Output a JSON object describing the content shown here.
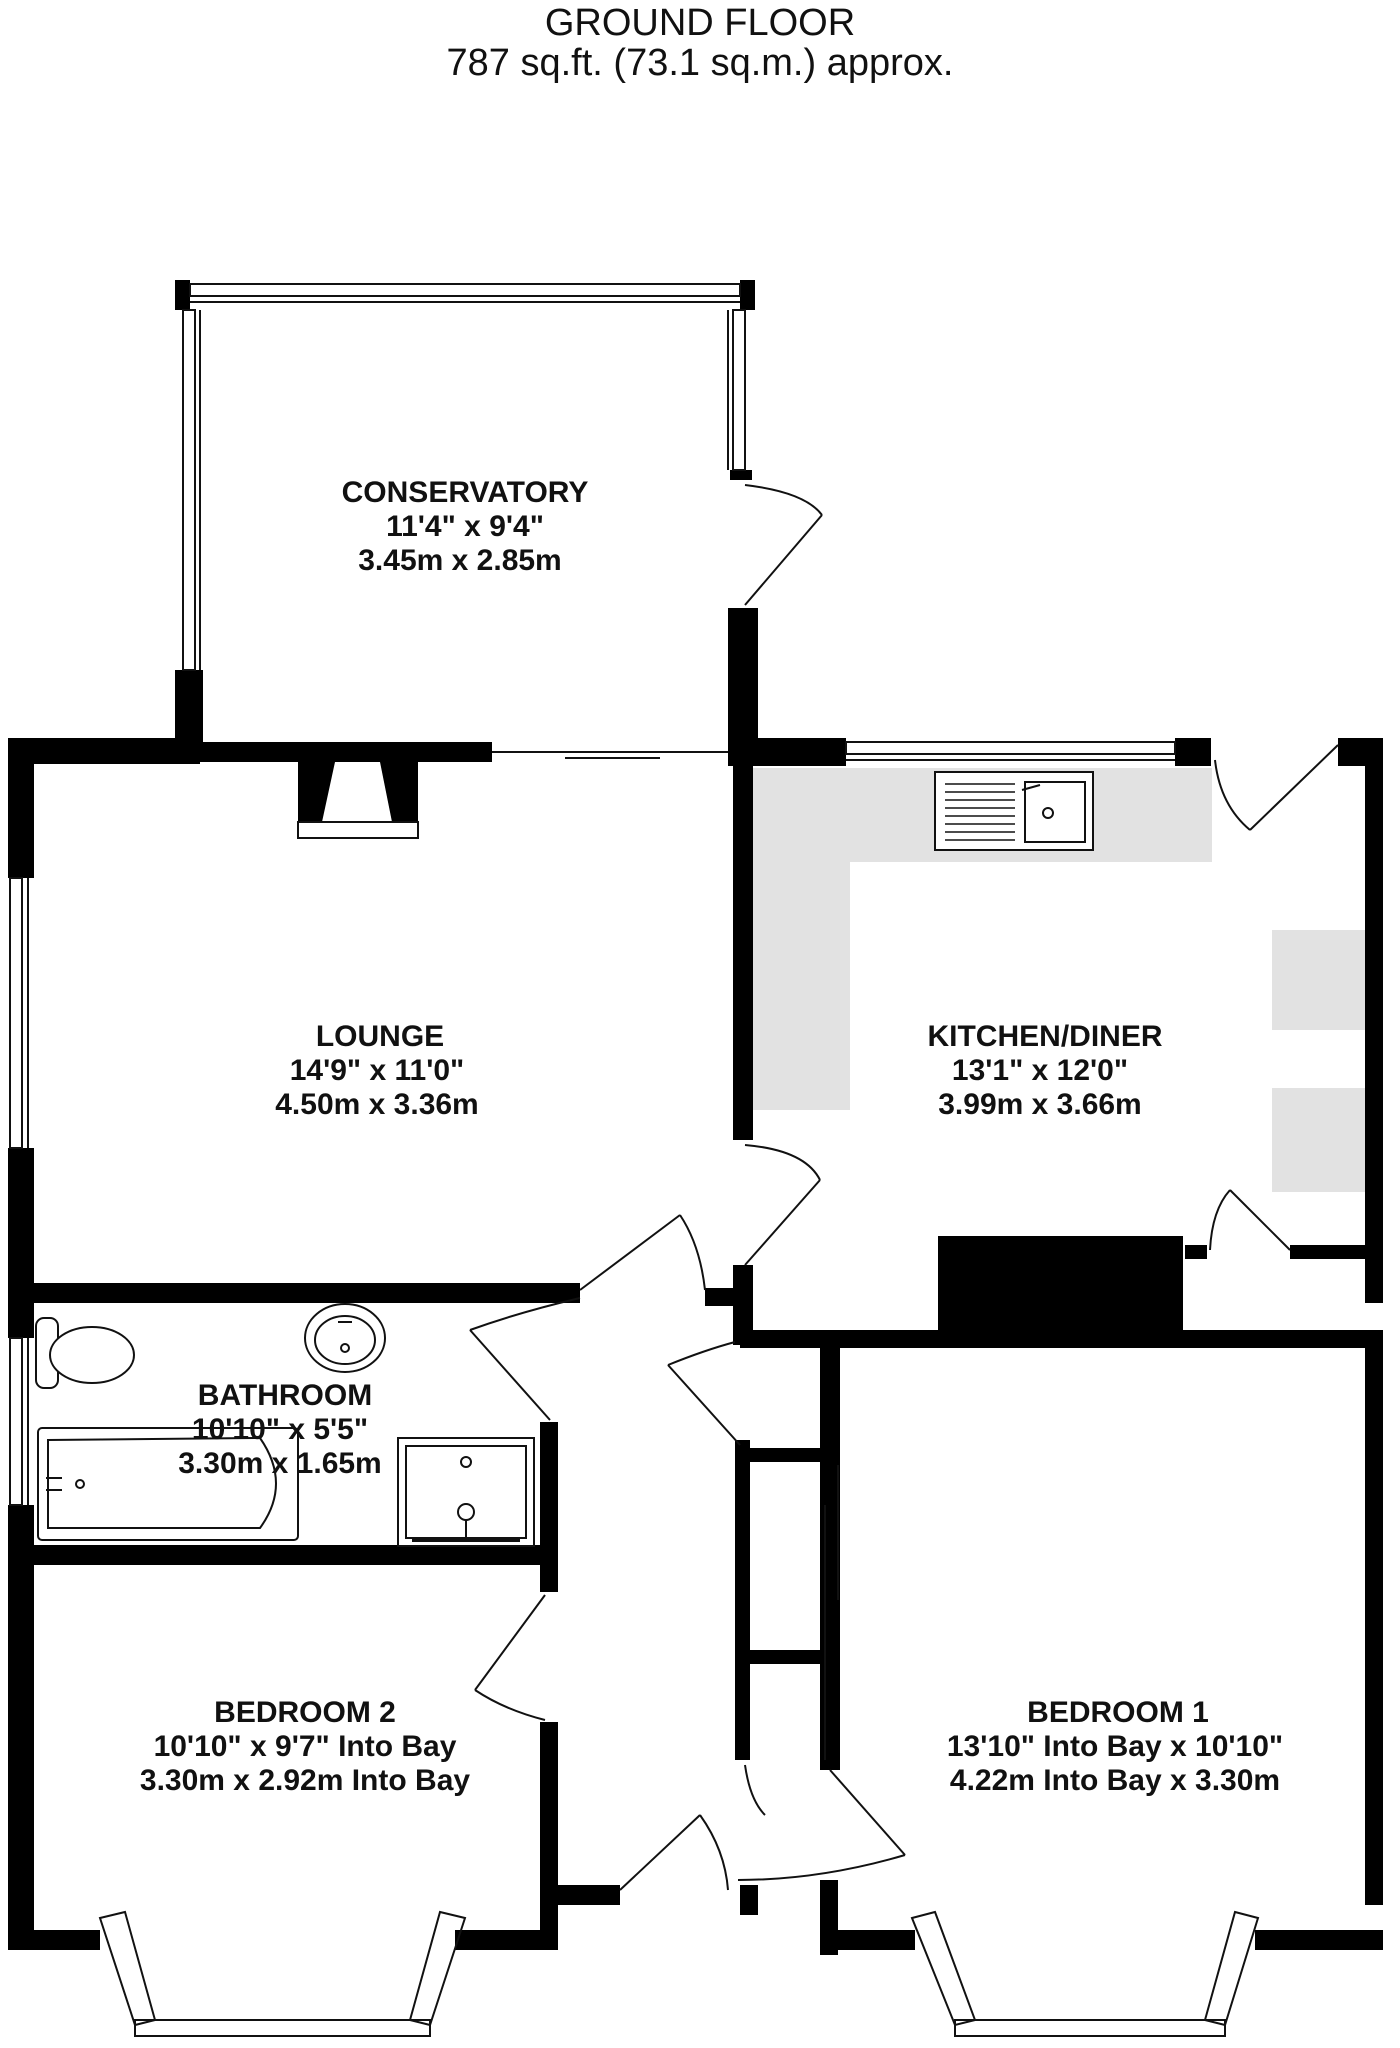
{
  "header": {
    "floor": "GROUND FLOOR",
    "area": "787 sq.ft. (73.1 sq.m.) approx."
  },
  "rooms": {
    "conservatory": {
      "name": "CONSERVATORY",
      "imperial": "11'4\"  x 9'4\"",
      "metric": "3.45m  x 2.85m"
    },
    "lounge": {
      "name": "LOUNGE",
      "imperial": "14'9\"  x 11'0\"",
      "metric": "4.50m  x 3.36m"
    },
    "kitchen": {
      "name": "KITCHEN/DINER",
      "imperial": "13'1\"  x 12'0\"",
      "metric": "3.99m  x 3.66m"
    },
    "bathroom": {
      "name": "BATHROOM",
      "imperial": "10'10\"  x 5'5\"",
      "metric": "3.30m  x 1.65m"
    },
    "bedroom2": {
      "name": "BEDROOM 2",
      "imperial": "10'10\"  x 9'7\" Into Bay",
      "metric": "3.30m  x 2.92m Into Bay"
    },
    "bedroom1": {
      "name": "BEDROOM 1",
      "imperial": "13'10\" Into Bay x 10'10\"",
      "metric": "4.22m Into Bay x 3.30m"
    }
  },
  "colors": {
    "wall": "#000000",
    "fixture": "#e2e2e2",
    "line": "#111111"
  },
  "icons": [
    "sink-icon",
    "toilet-icon",
    "basin-icon",
    "bath-icon",
    "shower-icon",
    "fireplace-icon",
    "door-swing-icon",
    "window-icon"
  ]
}
